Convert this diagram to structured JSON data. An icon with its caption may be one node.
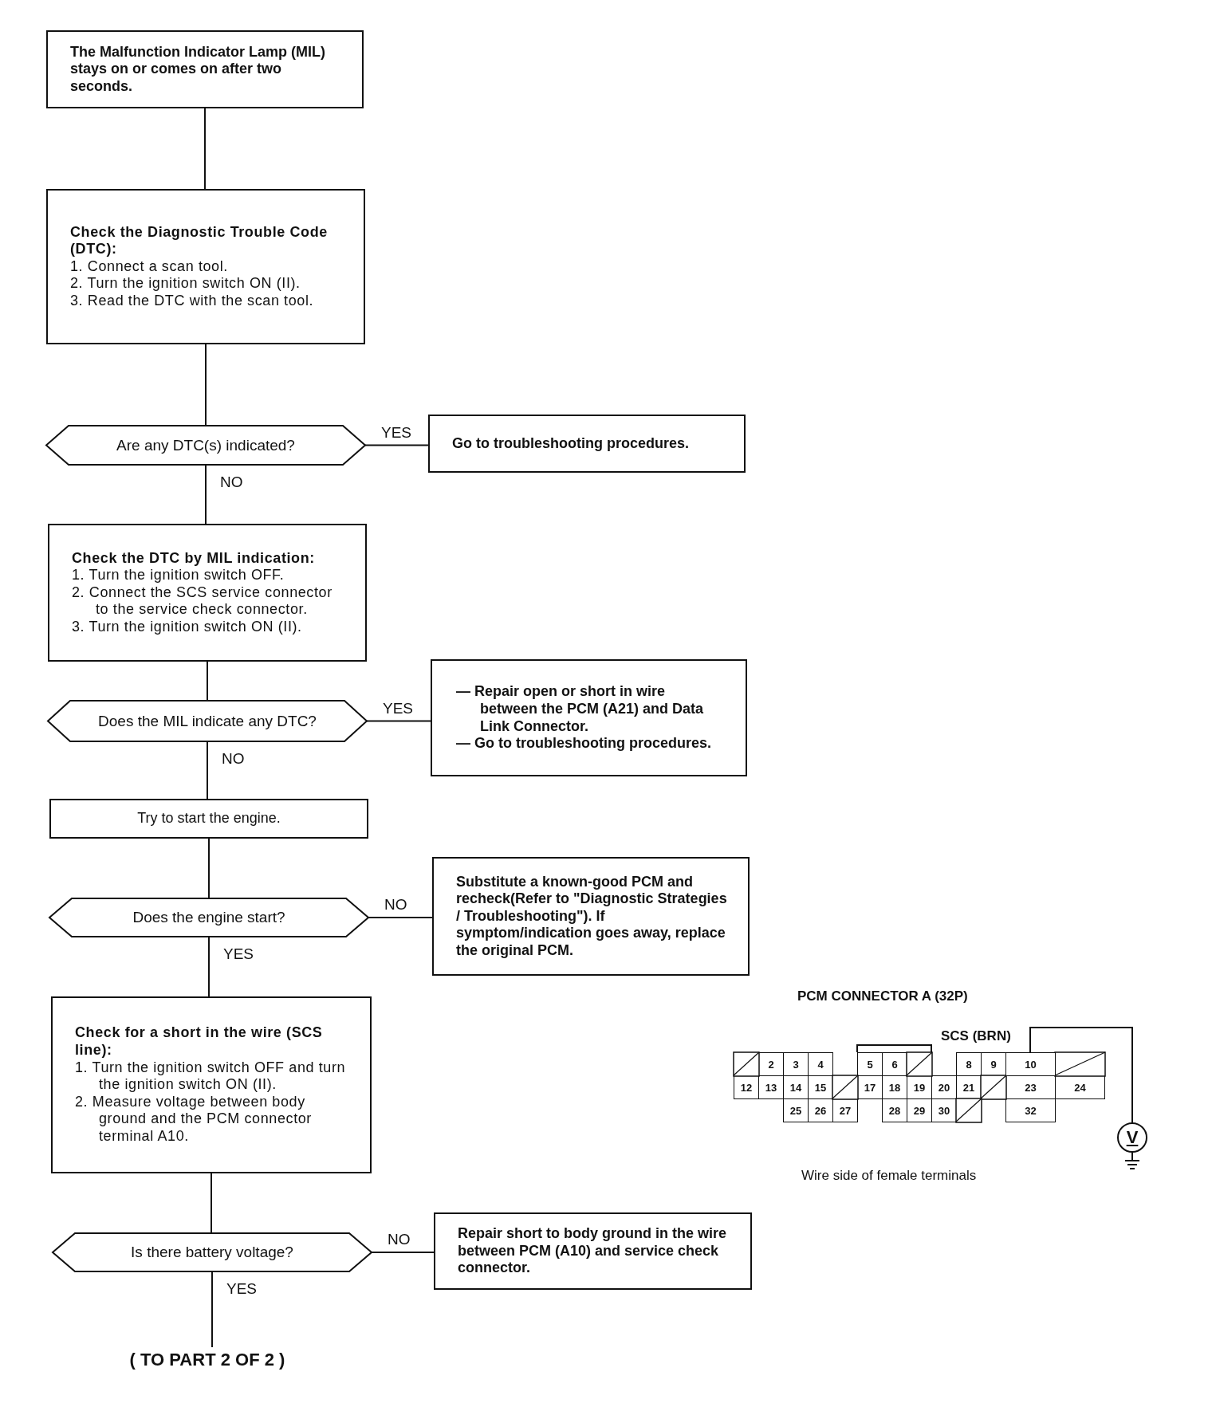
{
  "diagram": {
    "nodes": [
      {
        "text": [
          "The Malfunction Indicator Lamp (MIL) stays on or comes on after two seconds."
        ]
      },
      {
        "text": [
          "Check the Diagnostic Trouble Code (DTC):",
          "1. Connect a scan tool.",
          "2. Turn the ignition switch ON (II).",
          "3. Read the DTC with the scan tool."
        ]
      },
      {
        "text": [
          "Are any DTC(s) indicated?"
        ]
      },
      {
        "text": [
          "Go to troubleshooting procedures."
        ]
      },
      {
        "text": [
          "Check the DTC by MIL indication:",
          "1. Turn the ignition switch OFF.",
          "2. Connect the SCS service connector to the service check connector.",
          "3. Turn the ignition switch ON (II)."
        ]
      },
      {
        "text": [
          "Does the MIL indicate any DTC?"
        ]
      },
      {
        "text": [
          "— Repair open or short in wire between the PCM (A21) and Data Link Connector.",
          "— Go to troubleshooting procedures."
        ]
      },
      {
        "text": [
          "Try to start the engine."
        ]
      },
      {
        "text": [
          "Does the engine start?"
        ]
      },
      {
        "text": [
          "Substitute a known-good PCM and recheck(Refer to \"Diagnostic Strategies / Troubleshooting\"). If symptom/indication goes away, replace the original PCM."
        ]
      },
      {
        "text": [
          "Check for a short in the wire (SCS line):",
          "1. Turn the ignition switch OFF and turn the ignition switch ON (II).",
          "2. Measure voltage between body ground and the PCM connector terminal A10."
        ]
      },
      {
        "text": [
          "Is there battery voltage?"
        ]
      },
      {
        "text": [
          "Repair short to body ground in the wire between PCM (A10) and service check connector."
        ]
      },
      {
        "text": [
          "( TO PART 2 OF 2 )"
        ]
      },
      {
        "text": [
          "10"
        ]
      },
      {
        "text": [
          "V"
        ]
      }
    ],
    "edges": [
      {
        "from": 0,
        "to": 1,
        "arrow": "none"
      },
      {
        "from": 1,
        "to": 2,
        "arrow": "none"
      },
      {
        "from": 2,
        "to": 3,
        "arrow": "none",
        "label": "YES"
      },
      {
        "from": 2,
        "to": 4,
        "arrow": "none",
        "label": "NO"
      },
      {
        "from": 4,
        "to": 5,
        "arrow": "none"
      },
      {
        "from": 5,
        "to": 6,
        "arrow": "none",
        "label": "YES"
      },
      {
        "from": 5,
        "to": 7,
        "arrow": "none",
        "label": "NO"
      },
      {
        "from": 7,
        "to": 8,
        "arrow": "none"
      },
      {
        "from": 8,
        "to": 9,
        "arrow": "none",
        "label": "NO"
      },
      {
        "from": 8,
        "to": 10,
        "arrow": "none",
        "label": "YES"
      },
      {
        "from": 10,
        "to": 11,
        "arrow": "none"
      },
      {
        "from": 11,
        "to": 12,
        "arrow": "none",
        "label": "NO"
      },
      {
        "from": 11,
        "to": 13,
        "arrow": "none",
        "label": "YES"
      },
      {
        "from": 14,
        "to": 15,
        "arrow": "none"
      }
    ],
    "labels": [
      "PCM CONNECTOR A (32P)",
      "SCS (BRN)",
      "2",
      "3",
      "4",
      "5",
      "6",
      "8",
      "9",
      "12",
      "13",
      "14",
      "15",
      "17",
      "18",
      "19",
      "20",
      "21",
      "23",
      "24",
      "25",
      "26",
      "27",
      "28",
      "29",
      "30",
      "32",
      "Wire side of female terminals"
    ]
  }
}
